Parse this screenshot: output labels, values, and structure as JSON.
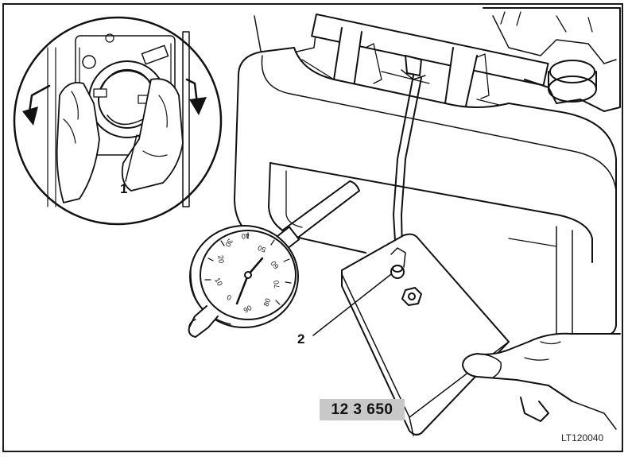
{
  "figure": {
    "callouts": [
      {
        "id": "1",
        "label": "1"
      },
      {
        "id": "2",
        "label": "2"
      }
    ],
    "tool_number": "12 3 650",
    "reference_code": "LT120040",
    "gauge_scale": [
      "0",
      "10",
      "20",
      "30",
      "40",
      "50",
      "60",
      "70",
      "80",
      "90"
    ]
  }
}
